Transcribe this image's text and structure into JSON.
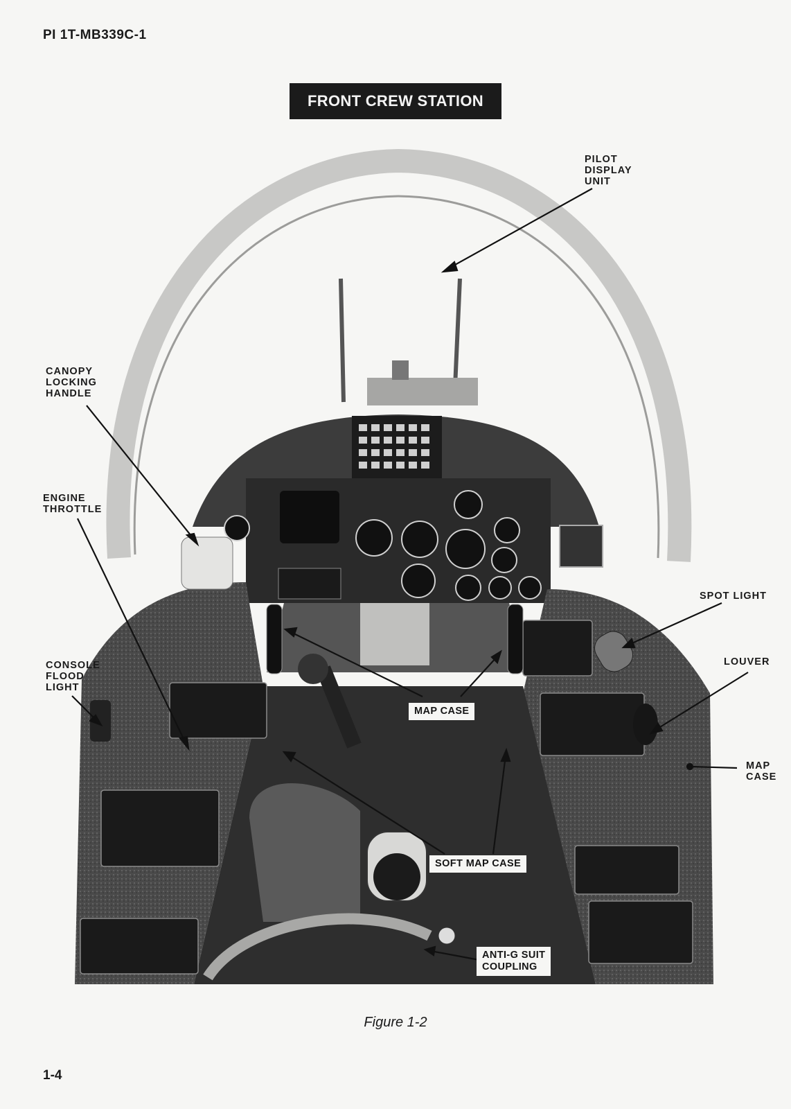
{
  "header": {
    "doc_id": "PI 1T-MB339C-1"
  },
  "figure": {
    "title": "FRONT CREW STATION",
    "caption": "Figure 1-2"
  },
  "callouts": {
    "pilot_display_unit": "PILOT\nDISPLAY\nUNIT",
    "canopy_locking_handle": "CANOPY\nLOCKING\nHANDLE",
    "engine_throttle": "ENGINE\nTHROTTLE",
    "console_flood_light": "CONSOLE\nFLOOD\nLIGHT",
    "spot_light": "SPOT LIGHT",
    "louver": "LOUVER",
    "map_case_right": "MAP\nCASE",
    "map_case": "MAP CASE",
    "soft_map_case": "SOFT MAP CASE",
    "anti_g_suit_coupling": "ANTI-G SUIT\nCOUPLING"
  },
  "footer": {
    "page_number": "1-4"
  }
}
